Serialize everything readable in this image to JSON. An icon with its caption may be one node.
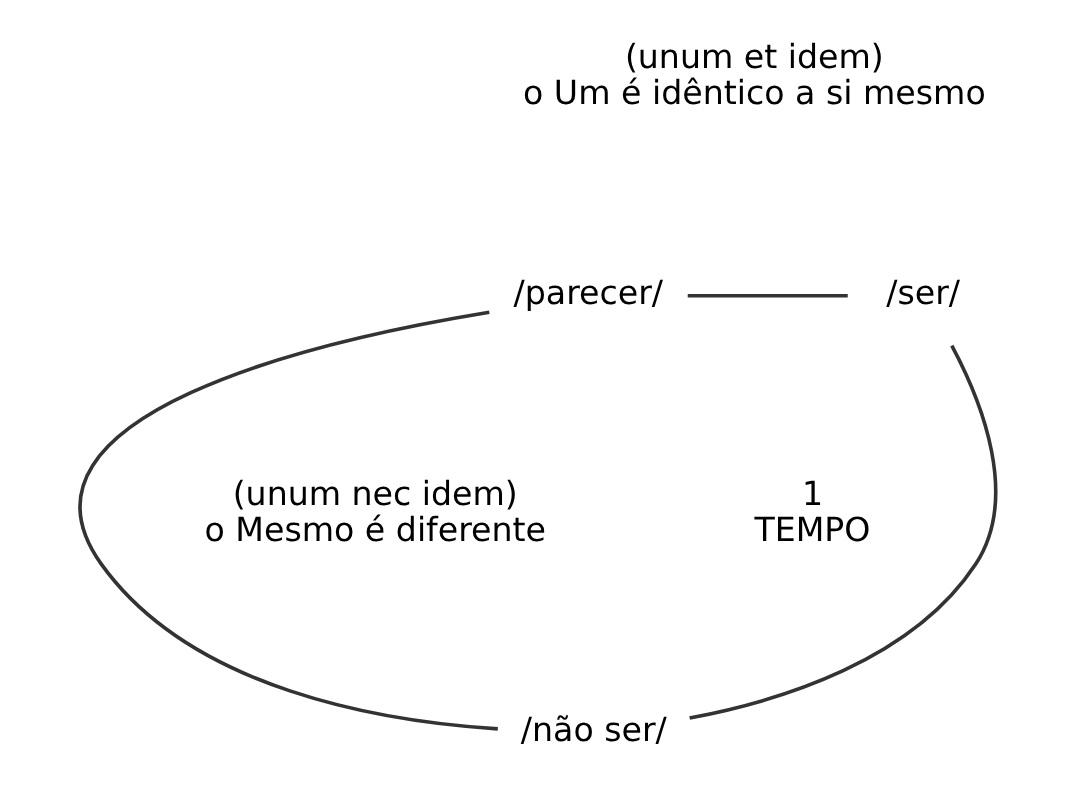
{
  "diagram": {
    "nodes": [
      {
        "text": [
          "/parecer/"
        ]
      },
      {
        "text": [
          "/ser/"
        ]
      },
      {
        "text": [
          "/não ser/"
        ]
      }
    ],
    "edges": [
      {
        "from": 0,
        "to": 1,
        "arrow": "none"
      },
      {
        "from": 1,
        "to": 2,
        "arrow": "none"
      },
      {
        "from": 0,
        "to": 2,
        "arrow": "none"
      }
    ],
    "labels": [
      "(unum et idem)",
      "o Um é idêntico a si mesmo",
      "1",
      "TEMPO",
      "(unum nec idem)",
      "o Mesmo é diferente"
    ]
  }
}
